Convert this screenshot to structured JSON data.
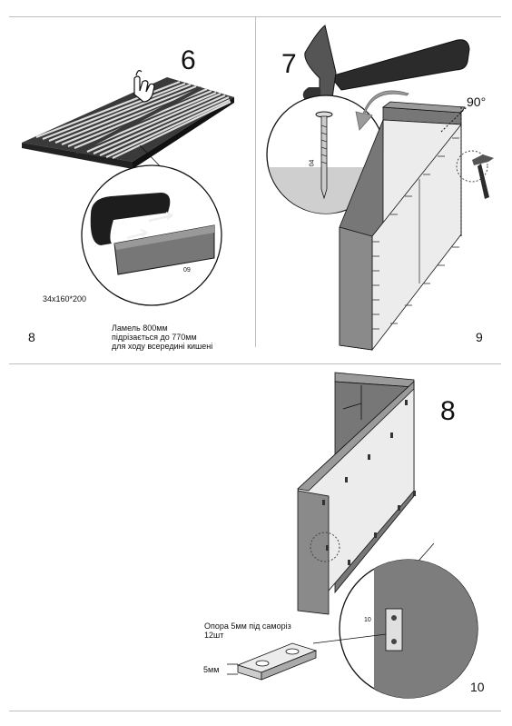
{
  "top": {
    "step_left": "6",
    "step_right": "7",
    "angle_label": "90°",
    "dimension_text": "34x160*200",
    "callout_code": "09",
    "nail_label": "04",
    "note": {
      "line1": "Ламель 800мм",
      "line2": "підрізається до 770мм",
      "line3": "для ходу всередині кишені"
    },
    "page_left": "8",
    "page_right": "9"
  },
  "bottom": {
    "step": "8",
    "support_label": {
      "line1": "Опора 5мм під саморіз",
      "line2": "12шт"
    },
    "thickness_label": "5мм",
    "bracket_code": "10",
    "page_number": "10"
  },
  "colors": {
    "panel_dark": "#777777",
    "panel_face": "#ececec",
    "hammer_grip": "#2b2b2b",
    "hammer_head": "#555555"
  }
}
